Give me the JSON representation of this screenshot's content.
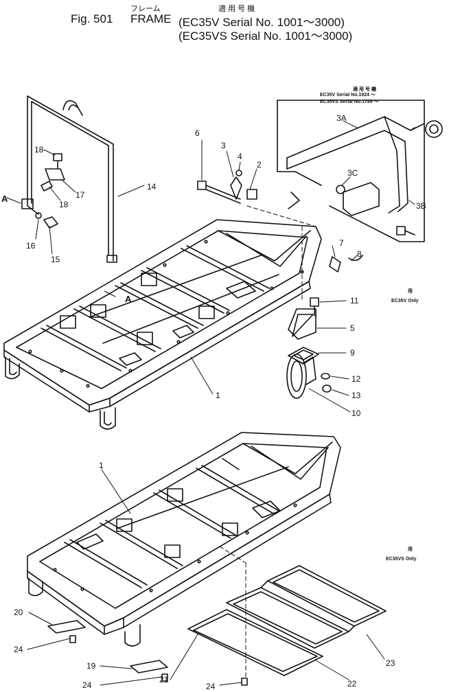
{
  "header": {
    "jp_frame": "フレーム",
    "jp_applicable": "適 用 号 機",
    "fig": "Fig. 501",
    "title": "FRAME",
    "line1": "(EC35V   Serial No. 1001～3000)",
    "line2": "(EC35VS Serial No. 1001～3000)"
  },
  "inset": {
    "jp_applicable": "適 用 号 機",
    "row1": "EC35V   Serial No.1924 ～",
    "row2": "EC35VS Serial No.1789 ～"
  },
  "notes": {
    "ec35v_jp": "用",
    "ec35v": "EC35V  Only",
    "ec35vs_jp": "用",
    "ec35vs": "EC35VS  Only"
  },
  "view_marker": "A",
  "callouts": [
    "1",
    "1",
    "2",
    "3",
    "3A",
    "3B",
    "3C",
    "4",
    "5",
    "6",
    "7",
    "8",
    "9",
    "10",
    "11",
    "12",
    "13",
    "14",
    "15",
    "16",
    "17",
    "18",
    "18",
    "19",
    "20",
    "21",
    "22",
    "23",
    "24",
    "24",
    "24"
  ]
}
